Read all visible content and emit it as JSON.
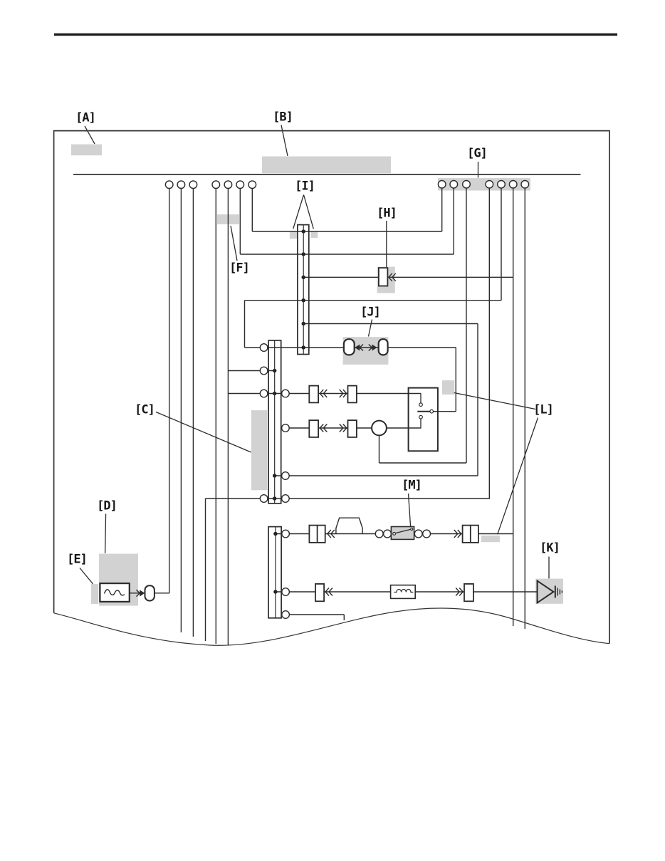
{
  "callouts": {
    "A": "[A]",
    "B": "[B]",
    "C": "[C]",
    "D": "[D]",
    "E": "[E]",
    "F": "[F]",
    "G": "[G]",
    "H": "[H]",
    "I": "[I]",
    "J": "[J]",
    "K": "[K]",
    "L": "[L]",
    "M": "[M]"
  },
  "colors": {
    "background": "#ffffff",
    "wire": "#2b2b2b",
    "redaction": "#d2d2d2",
    "top_rule": "#1c1c1c"
  }
}
